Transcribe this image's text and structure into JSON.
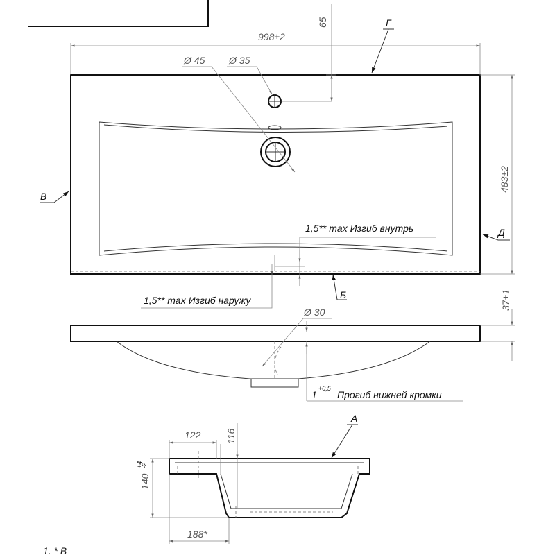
{
  "dimensions": {
    "overall_width": "998±2",
    "tap_offset": "65",
    "tap_hole_diameter": "Ø 35",
    "drain_ring_diameter": "Ø 45",
    "depth": "483±2",
    "rim_thickness": "37±1",
    "overflow_diameter": "Ø 30",
    "section_depth_value": "140",
    "section_depth_tol_upper": "+4",
    "section_depth_tol_lower": "-2",
    "section_rim_width": "122",
    "section_wall": "116",
    "section_bottom_offset": "188*"
  },
  "labels": {
    "view_g": "Г",
    "view_v": "В",
    "view_d": "Д",
    "view_b": "Б",
    "view_a": "А",
    "bend_inward": "1,5** max Изгиб внутрь",
    "bend_outward": "1,5** max Изгиб наружу",
    "edge_sag_value": "1",
    "edge_sag_tol": "+0,5",
    "edge_sag_text": "Прогиб нижней кромки",
    "footnote": "1.  * В"
  }
}
